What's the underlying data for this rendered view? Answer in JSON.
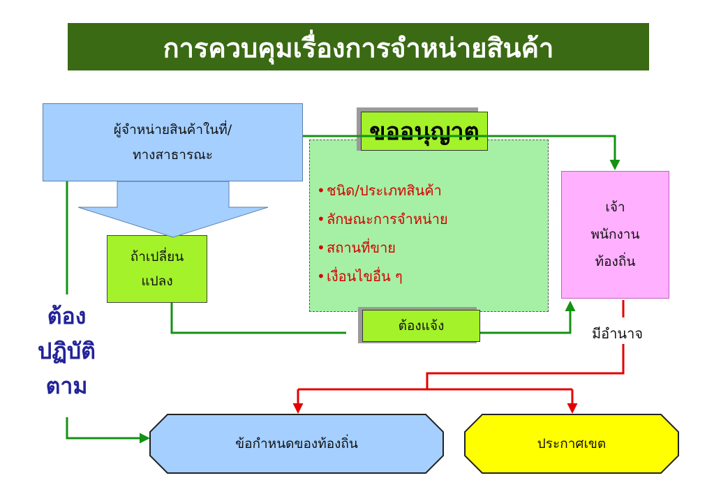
{
  "title": "การควบคุมเรื่องการจำหน่ายสินค้า",
  "vendor_box": {
    "lines": [
      "ผู้จำหน่ายสินค้าในที่/",
      "ทางสาธารณะ"
    ]
  },
  "change_box": {
    "lines": [
      "ถ้าเปลี่ยน",
      "แปลง"
    ]
  },
  "permit_header": "ขออนุญาต",
  "permit_items": [
    "ชนิด/ประเภทสินค้า",
    "ลักษณะการจำหน่าย",
    "สถานที่ขาย",
    "เงื่อนไขอื่น ๆ"
  ],
  "notify_label": "ต้องแจ้ง",
  "official_box": {
    "lines": [
      "เจ้า",
      "พนักงาน",
      "ท้องถิ่น"
    ]
  },
  "authority_label": "มีอำนาจ",
  "must_follow": [
    "ต้อง",
    "ปฏิบัติ",
    "ตาม"
  ],
  "local_rules_label": "ข้อกำหนดของท้องถิ่น",
  "zone_label": "ประกาศเขต",
  "colors": {
    "title_bg": "#3a6a14",
    "flow_green": "#139213",
    "authority_red": "#e40000",
    "bullet_red": "#d50000",
    "follow_blue": "#23239a"
  }
}
